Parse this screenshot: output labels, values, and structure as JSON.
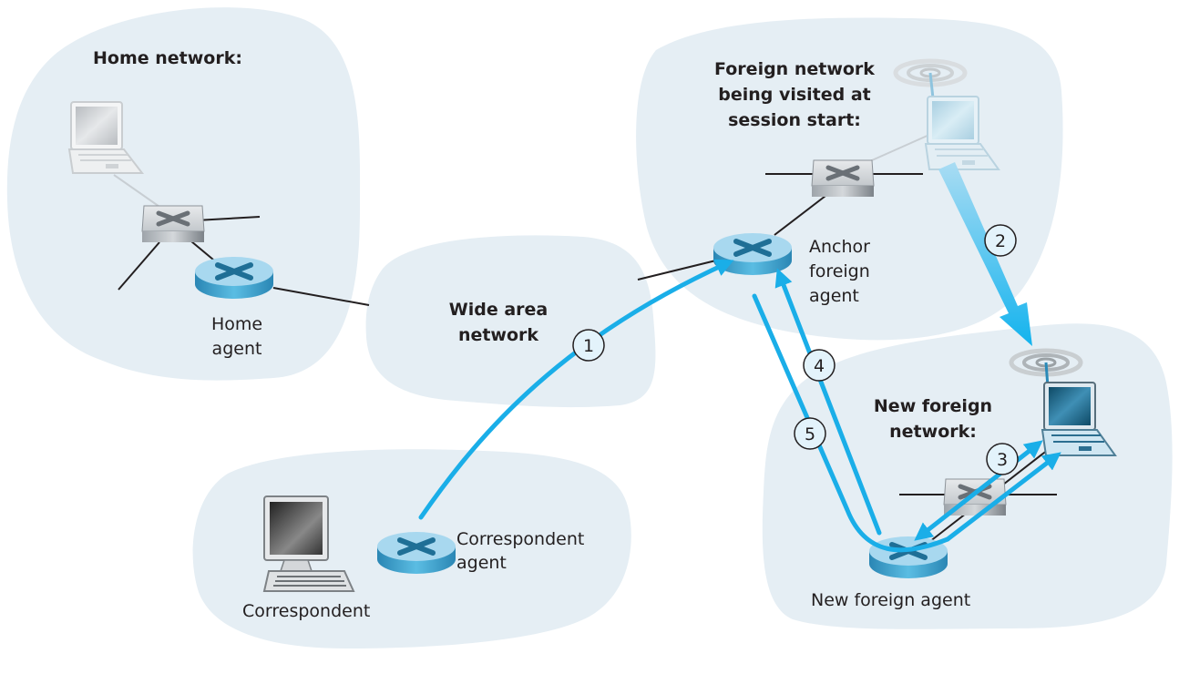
{
  "figure": {
    "networks": {
      "home": {
        "title": "Home network:"
      },
      "foreign_start": {
        "title_lines": [
          "Foreign network",
          "being visited at",
          "session start:"
        ]
      },
      "wan": {
        "title_lines": [
          "Wide area",
          "network"
        ]
      },
      "new_foreign": {
        "title_lines": [
          "New foreign",
          "network:"
        ]
      },
      "correspondent": {}
    },
    "nodes": {
      "home_agent": {
        "label_lines": [
          "Home",
          "agent"
        ],
        "icon": "router-icon"
      },
      "anchor_agent": {
        "label_lines": [
          "Anchor",
          "foreign",
          "agent"
        ],
        "icon": "router-icon"
      },
      "correspondent_agent": {
        "label_lines": [
          "Correspondent",
          "agent"
        ],
        "icon": "router-icon"
      },
      "new_foreign_agent": {
        "label": "New foreign agent",
        "icon": "router-icon"
      },
      "correspondent": {
        "label": "Correspondent",
        "icon": "desktop-computer-icon"
      }
    },
    "steps": [
      "1",
      "2",
      "3",
      "4",
      "5"
    ],
    "colors": {
      "cloud": "#e5eef4",
      "flow_arrow": "#1aaee8",
      "router_top": "#a8d8ef",
      "router_side": "#3a9cc8",
      "switch": "#b9bec3",
      "text": "#231f20"
    }
  }
}
